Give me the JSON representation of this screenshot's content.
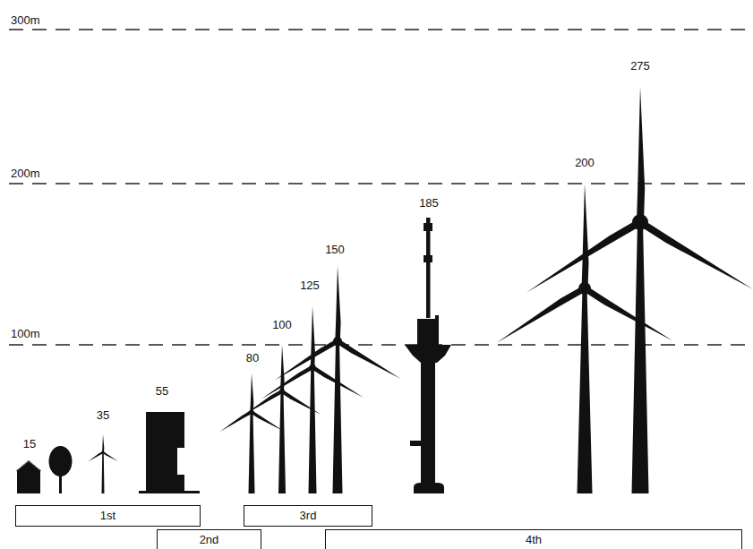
{
  "diagram": {
    "nodes": [
      {
        "text": [
          "1st"
        ]
      },
      {
        "text": [
          "3rd"
        ]
      },
      {
        "text": [
          "2nd"
        ]
      },
      {
        "text": [
          "4th"
        ]
      }
    ],
    "labels": [
      "300m",
      "200m",
      "100m",
      "15",
      "35",
      "55",
      "80",
      "100",
      "125",
      "150",
      "185",
      "200",
      "275"
    ]
  }
}
